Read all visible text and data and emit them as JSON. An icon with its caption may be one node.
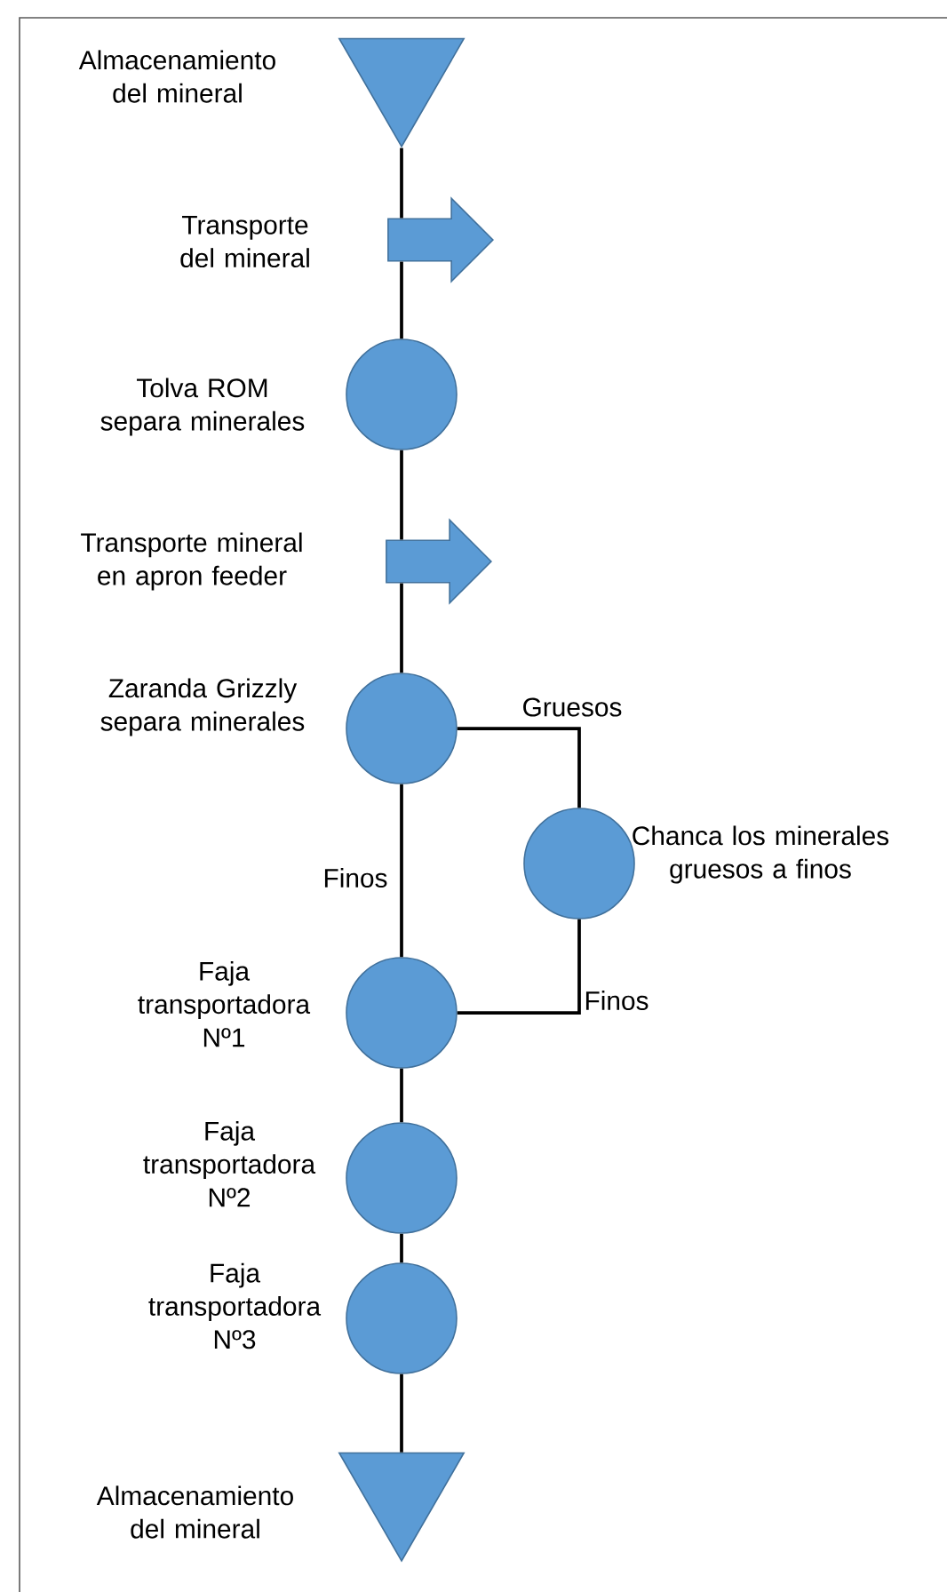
{
  "diagram": {
    "nodes": [
      {
        "text": [],
        "shape": "triangle",
        "beside": [
          "Almacenamiento del mineral"
        ]
      },
      {
        "text": [],
        "shape": "arrow",
        "beside": [
          "Transporte del mineral"
        ]
      },
      {
        "text": [],
        "shape": "circle",
        "beside": [
          "Tolva ROM separa minerales"
        ]
      },
      {
        "text": [],
        "shape": "arrow",
        "beside": [
          "Transporte mineral en apron feeder"
        ]
      },
      {
        "text": [],
        "shape": "circle",
        "beside": [
          "Zaranda Grizzly separa minerales"
        ]
      },
      {
        "text": [],
        "shape": "circle",
        "beside": [
          "Chanca los minerales gruesos a finos"
        ]
      },
      {
        "text": [],
        "shape": "circle",
        "beside": [
          "Faja transportadora Nº1"
        ]
      },
      {
        "text": [],
        "shape": "circle",
        "beside": [
          "Faja transportadora Nº2"
        ]
      },
      {
        "text": [],
        "shape": "circle",
        "beside": [
          "Faja transportadora Nº3"
        ]
      },
      {
        "text": [],
        "shape": "triangle",
        "beside": [
          "Almacenamiento del mineral"
        ]
      }
    ],
    "edges": [
      {
        "from": 0,
        "to": 1,
        "arrow": "none"
      },
      {
        "from": 1,
        "to": 2,
        "arrow": "none"
      },
      {
        "from": 2,
        "to": 3,
        "arrow": "none"
      },
      {
        "from": 3,
        "to": 4,
        "arrow": "none"
      },
      {
        "from": 4,
        "to": 5,
        "arrow": "none",
        "label": "Gruesos"
      },
      {
        "from": 4,
        "to": 6,
        "arrow": "none",
        "label": "Finos"
      },
      {
        "from": 5,
        "to": 6,
        "arrow": "none",
        "label": "Finos"
      },
      {
        "from": 6,
        "to": 7,
        "arrow": "none"
      },
      {
        "from": 7,
        "to": 8,
        "arrow": "none"
      },
      {
        "from": 8,
        "to": 9,
        "arrow": "none"
      }
    ]
  }
}
